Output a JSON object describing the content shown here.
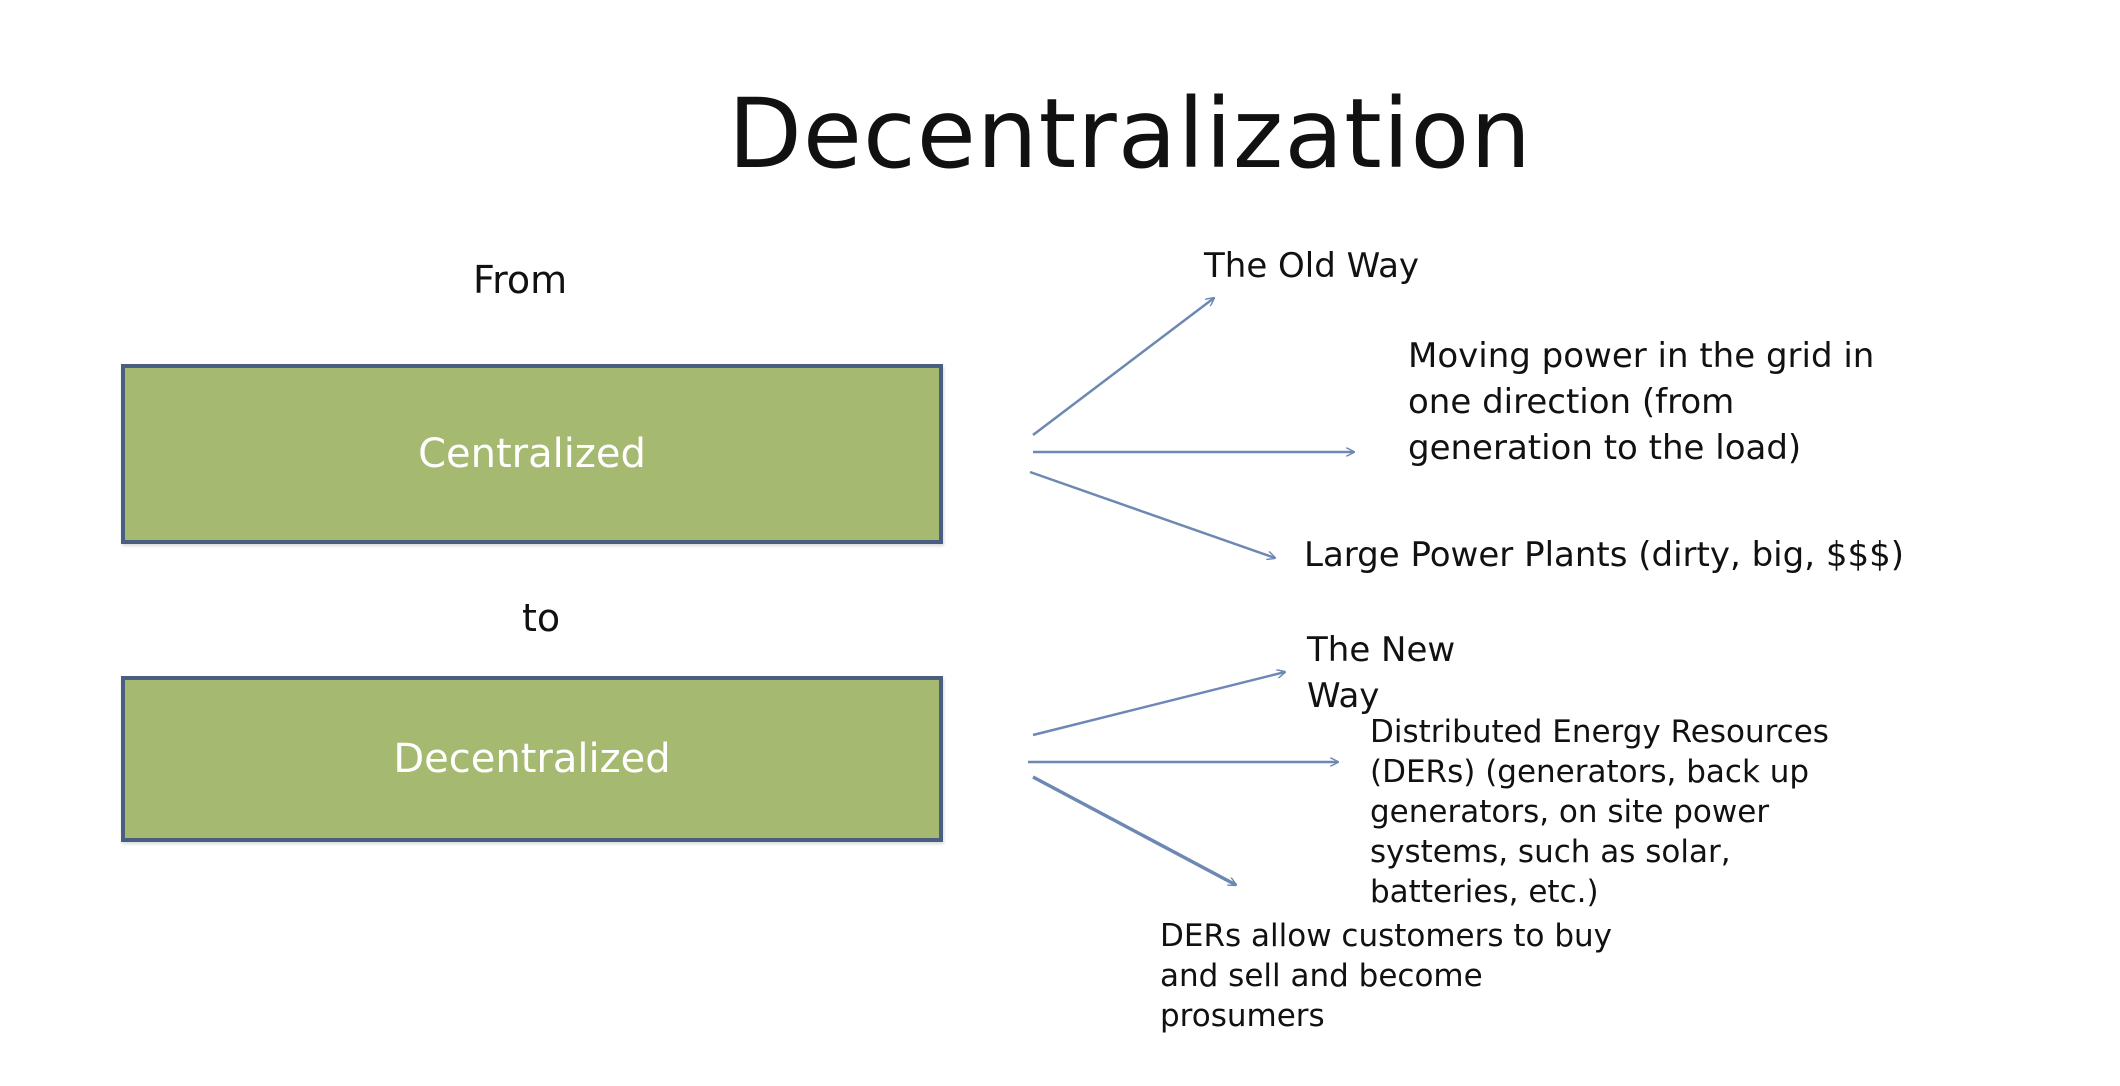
{
  "slide": {
    "title": "Decentralization",
    "from_label": "From",
    "to_label": "to",
    "boxes": {
      "centralized": "Centralized",
      "decentralized": "Decentralized"
    },
    "old_way": {
      "heading": "The Old Way",
      "direction": [
        "Moving power in the grid in",
        "one direction (from",
        "generation to the load)"
      ],
      "plants": "Large Power Plants (dirty, big, $$$)"
    },
    "new_way": {
      "heading": [
        "The New",
        "Way"
      ],
      "ders": [
        "Distributed Energy Resources",
        "(DERs) (generators, back up",
        "generators, on site power",
        "systems, such as solar,",
        "batteries, etc.)"
      ],
      "prosumers": [
        "DERs allow customers to buy",
        "and sell and become",
        "prosumers"
      ]
    },
    "colors": {
      "box_fill": "#a6b971",
      "box_border": "#4a5e82",
      "arrow": "#6d88b3"
    }
  }
}
